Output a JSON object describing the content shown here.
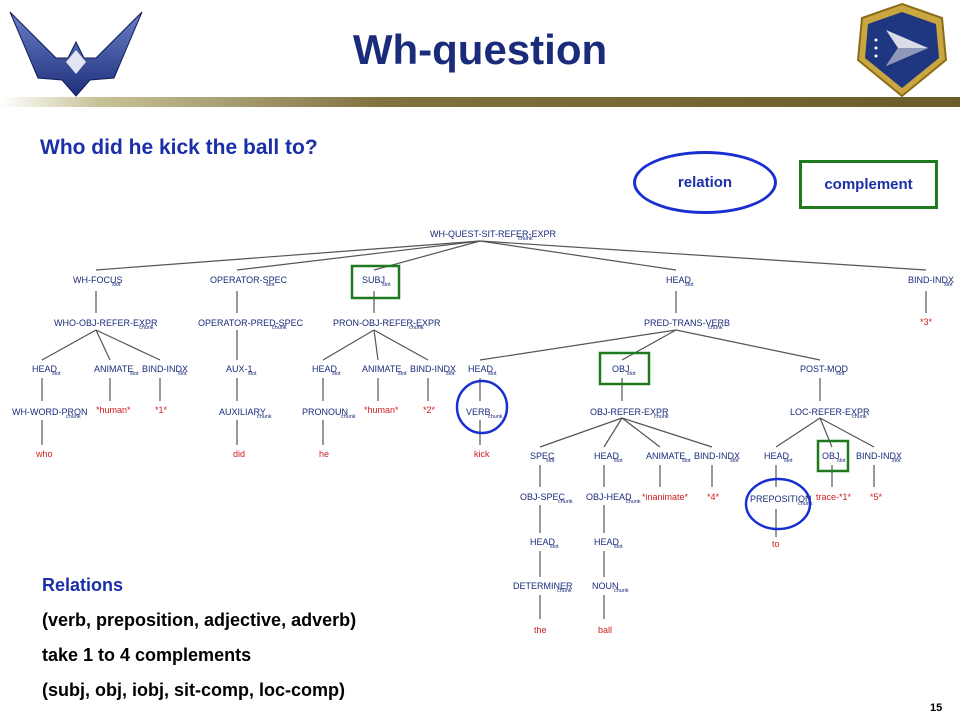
{
  "header": {
    "title": "Wh-question",
    "page_number": "15"
  },
  "question": "Who did he kick the ball to?",
  "legend": {
    "relation": "relation",
    "complement": "complement"
  },
  "tree": {
    "root": "WH-QUEST-SIT-REFER-EXPR",
    "root_sub": "chunk",
    "level1": [
      {
        "label": "WH-FOCUS",
        "sub": "slot"
      },
      {
        "label": "OPERATOR-SPEC",
        "sub": "slot"
      },
      {
        "label": "SUBJ",
        "sub": "slot"
      },
      {
        "label": "HEAD",
        "sub": "slot"
      },
      {
        "label": "BIND-INDX",
        "sub": "slot"
      }
    ],
    "level2": [
      {
        "label": "WHO-OBJ-REFER-EXPR",
        "sub": "chunk"
      },
      {
        "label": "OPERATOR-PRED-SPEC",
        "sub": "chunk"
      },
      {
        "label": "PRON-OBJ-REFER-EXPR",
        "sub": "chunk"
      },
      {
        "label": "PRED-TRANS-VERB",
        "sub": "chunk"
      },
      {
        "label": "*3*",
        "sub": ""
      }
    ],
    "who": {
      "head": {
        "label": "HEAD",
        "sub": "slot"
      },
      "animate": {
        "label": "ANIMATE",
        "sub": "slot"
      },
      "bind": {
        "label": "BIND-INDX",
        "sub": "slot"
      },
      "wordpron": {
        "label": "WH-WORD-PRON",
        "sub": "chunk"
      },
      "human": "*human*",
      "one": "*1*",
      "leaf": "who"
    },
    "operator": {
      "aux": {
        "label": "AUX-1",
        "sub": "slot"
      },
      "auxiliary": {
        "label": "AUXILIARY",
        "sub": "chunk"
      },
      "leaf": "did"
    },
    "pron": {
      "head": {
        "label": "HEAD",
        "sub": "slot"
      },
      "animate": {
        "label": "ANIMATE",
        "sub": "slot"
      },
      "bind": {
        "label": "BIND-INDX",
        "sub": "slot"
      },
      "pronoun": {
        "label": "PRONOUN",
        "sub": "chunk"
      },
      "human": "*human*",
      "two": "*2*",
      "leaf": "he"
    },
    "pred": {
      "head": {
        "label": "HEAD",
        "sub": "slot"
      },
      "obj": {
        "label": "OBJ",
        "sub": "slot"
      },
      "postmod": {
        "label": "POST-MOD",
        "sub": "slot"
      },
      "verb": {
        "label": "VERB",
        "sub": "chunk"
      },
      "verb_leaf": "kick",
      "objref": {
        "label": "OBJ-REFER-EXPR",
        "sub": "chunk"
      },
      "locref": {
        "label": "LOC-REFER-EXPR",
        "sub": "chunk"
      }
    },
    "objref": {
      "spec": {
        "label": "SPEC",
        "sub": "slot"
      },
      "head": {
        "label": "HEAD",
        "sub": "slot"
      },
      "animate": {
        "label": "ANIMATE",
        "sub": "slot"
      },
      "bind": {
        "label": "BIND-INDX",
        "sub": "slot"
      },
      "objspec": {
        "label": "OBJ-SPEC",
        "sub": "chunk"
      },
      "objhead": {
        "label": "OBJ-HEAD",
        "sub": "chunk"
      },
      "inanimate": "*inanimate*",
      "four": "*4*",
      "spec_head": {
        "label": "HEAD",
        "sub": "slot"
      },
      "head_head": {
        "label": "HEAD",
        "sub": "slot"
      },
      "determiner": {
        "label": "DETERMINER",
        "sub": "chunk"
      },
      "noun": {
        "label": "NOUN",
        "sub": "chunk"
      },
      "the": "the",
      "ball": "ball"
    },
    "locref": {
      "head": {
        "label": "HEAD",
        "sub": "slot"
      },
      "obj": {
        "label": "OBJ",
        "sub": "slot"
      },
      "bind": {
        "label": "BIND-INDX",
        "sub": "slot"
      },
      "preposition": {
        "label": "PREPOSITION",
        "sub": "chunk"
      },
      "trace": "trace-*1*",
      "five": "*5*",
      "to": "to"
    }
  },
  "relations": {
    "heading": "Relations",
    "line1": "(verb, preposition,  adjective, adverb)",
    "line2": "take 1 to 4 complements",
    "line3": "(subj, obj, iobj, sit-comp, loc-comp)"
  },
  "colors": {
    "title": "#1a2b7a",
    "relation_circle": "#1a2fd0",
    "complement_box": "#1f7a1f",
    "leaf": "#d02020"
  }
}
